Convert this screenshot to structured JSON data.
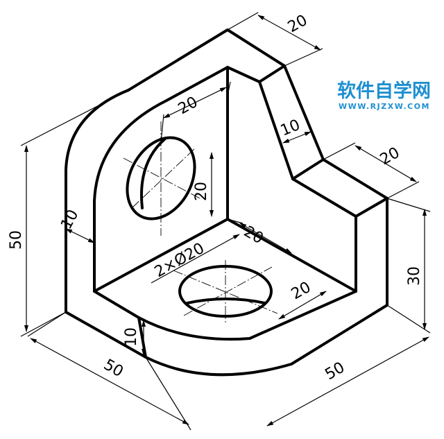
{
  "watermark": {
    "title": "软件自学网",
    "url": "WWW.RJZXW.COM",
    "color": "#1e8fd0"
  },
  "dimensions": {
    "top_width": "20",
    "slot_depth": "10",
    "step_width": "20",
    "left_height": "50",
    "left_thickness": "10",
    "hole_v_x": "20",
    "hole_v_y": "20",
    "base_x": "20",
    "hole_label": "2×Ø20",
    "base_y": "20",
    "base_thickness": "10",
    "length_left": "50",
    "length_right": "50",
    "right_height": "30"
  }
}
